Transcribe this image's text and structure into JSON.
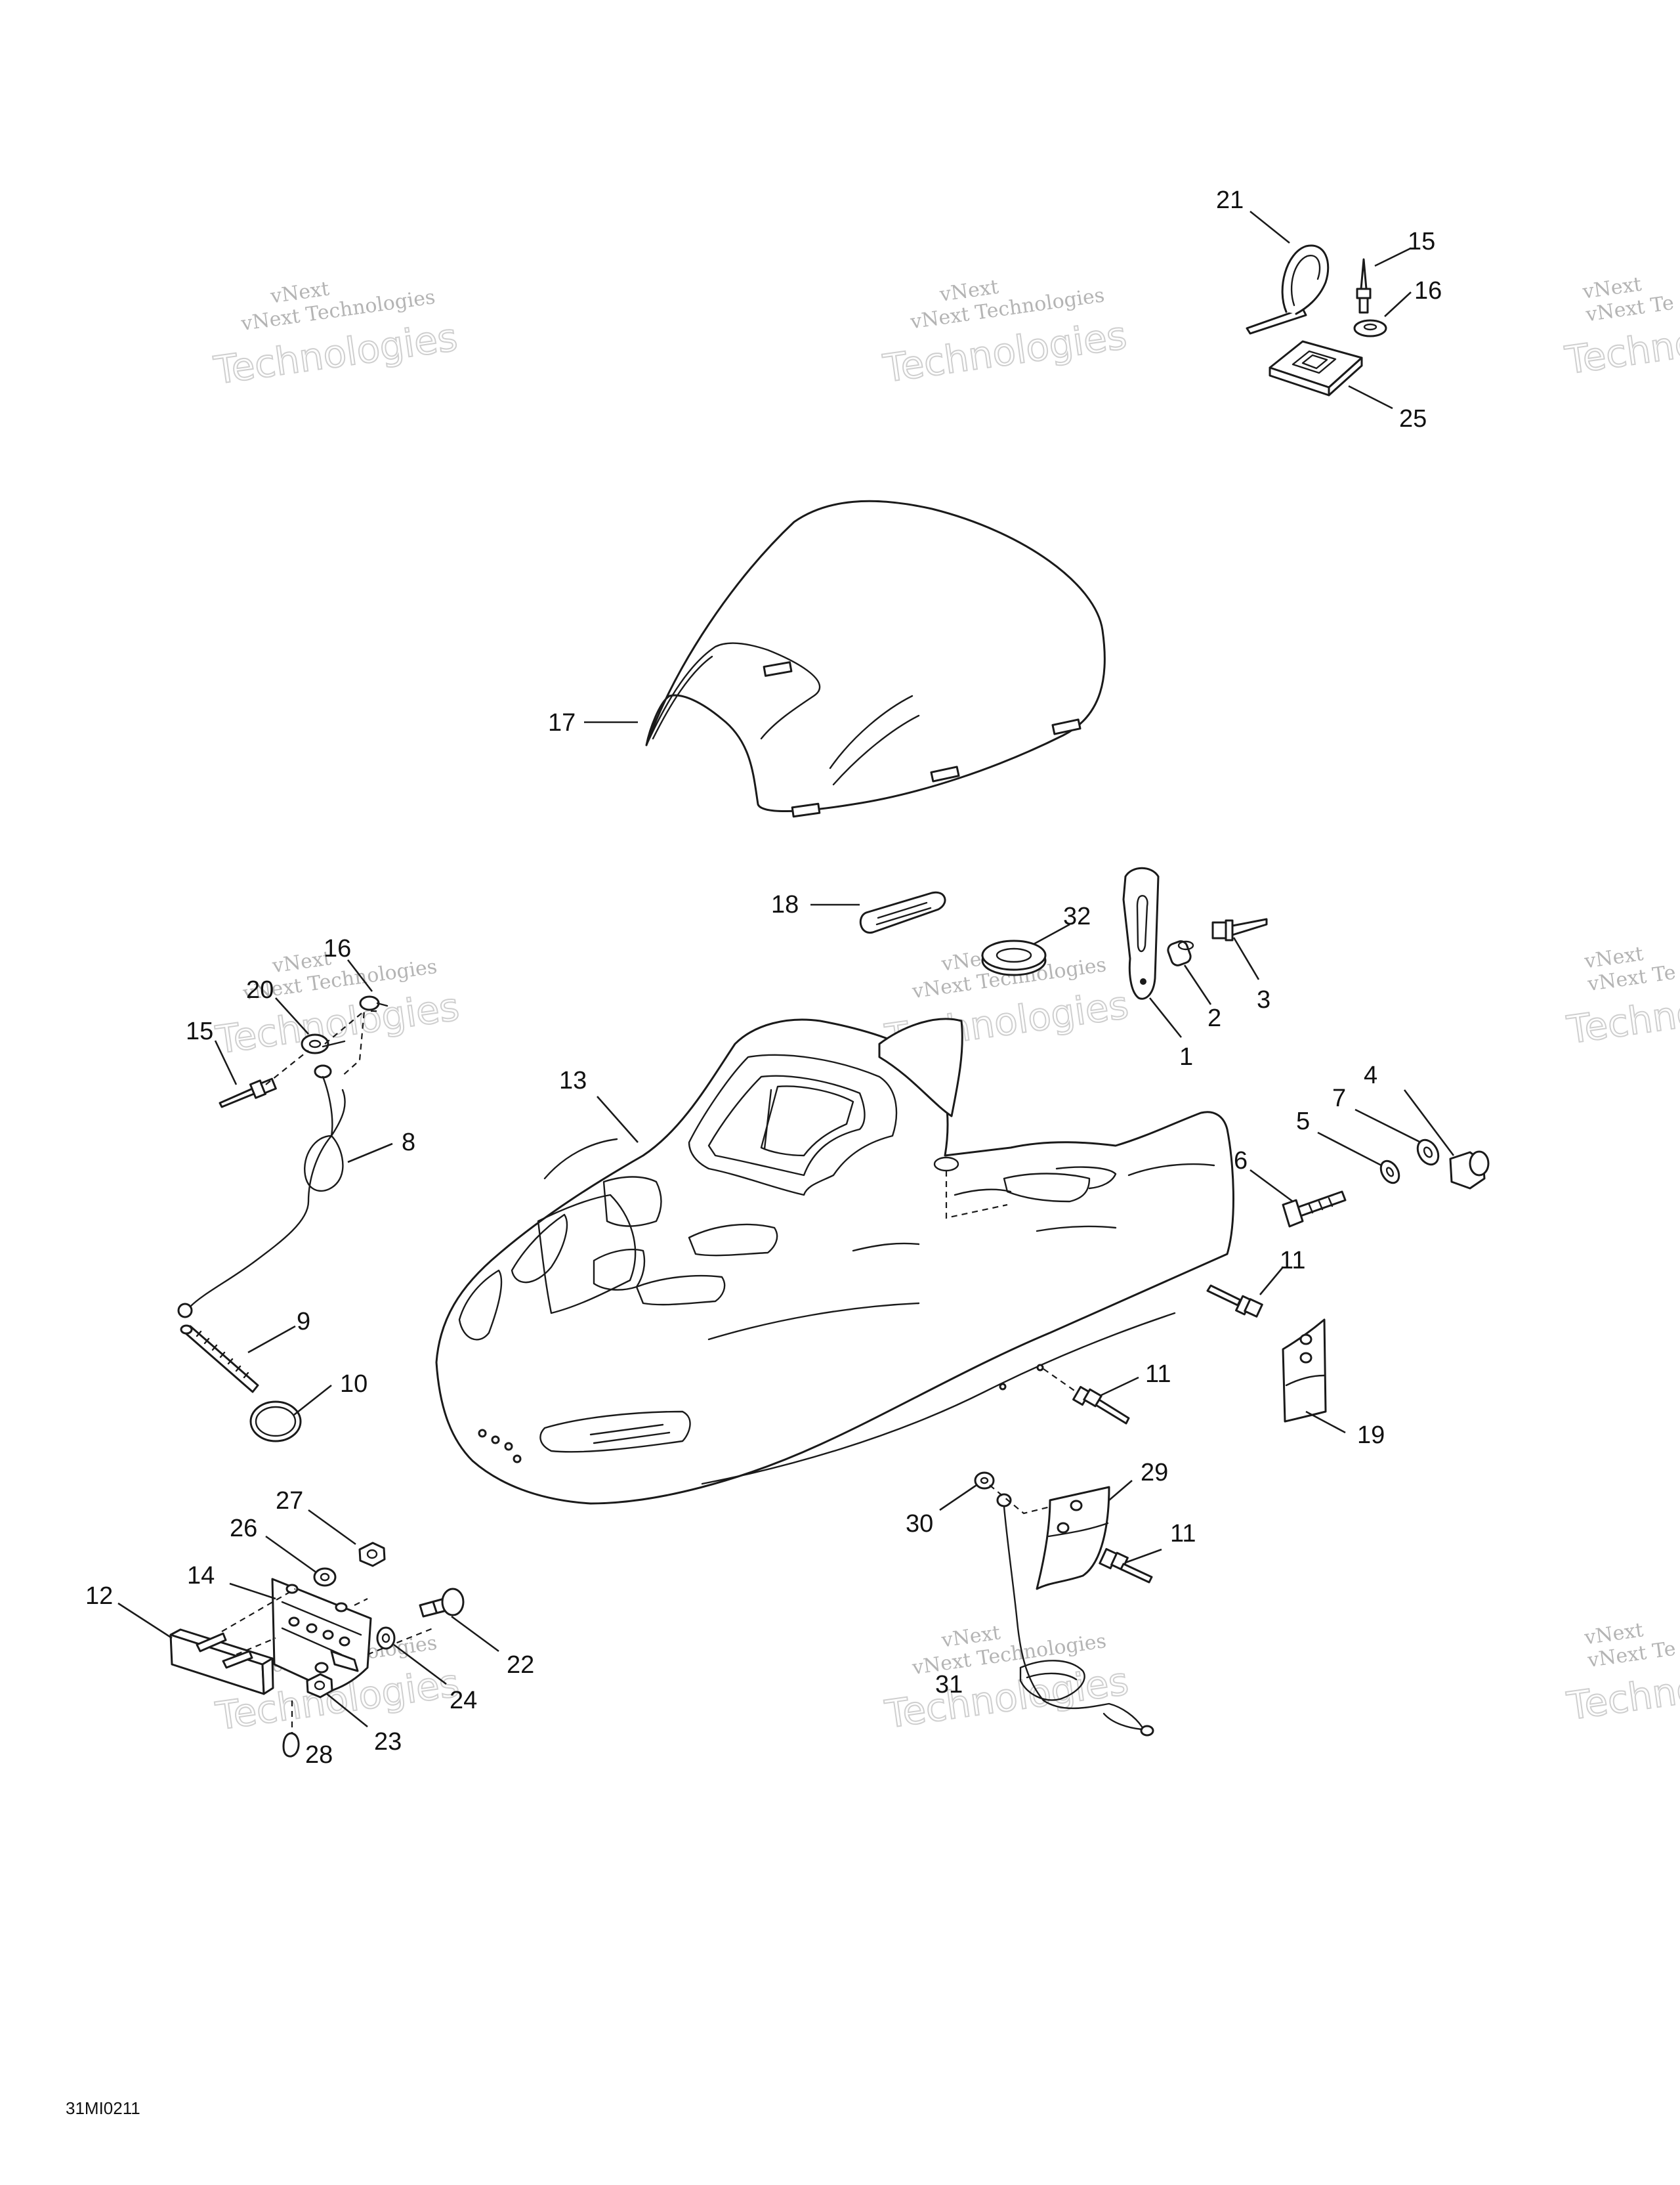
{
  "watermark": {
    "line1": "vNext",
    "line2": "vNext Technologies",
    "line3": "Technologies",
    "edge_line2": "vNext Te",
    "edge_line3": "Techno"
  },
  "callouts": [
    "21",
    "15",
    "16",
    "25",
    "17",
    "18",
    "32",
    "1",
    "2",
    "3",
    "16",
    "20",
    "15",
    "13",
    "8",
    "4",
    "7",
    "5",
    "6",
    "9",
    "11",
    "10",
    "11",
    "19",
    "27",
    "26",
    "14",
    "12",
    "22",
    "24",
    "23",
    "28",
    "29",
    "30",
    "11",
    "31"
  ],
  "drawing_code": "31MI0211"
}
